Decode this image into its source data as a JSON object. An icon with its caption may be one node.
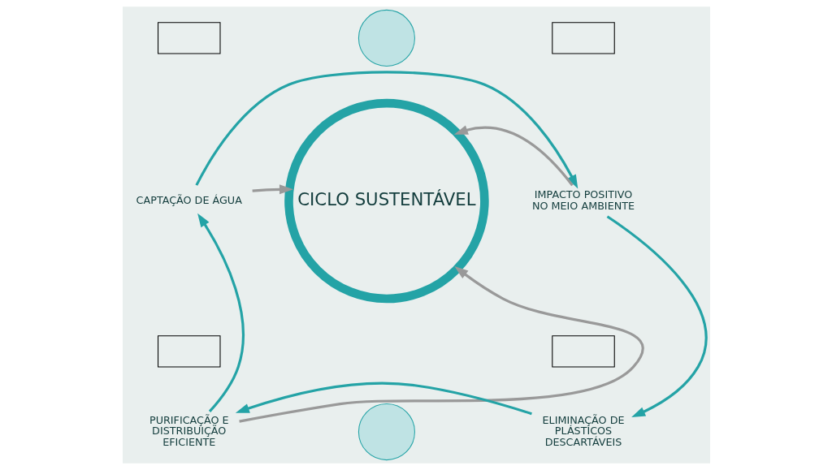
{
  "diagram": {
    "nodes": [
      {
        "text": [
          "CICLO SUSTENTÁVEL"
        ]
      },
      {
        "text": [],
        "shape": "box"
      },
      {
        "text": [
          "CAPTAÇÃO DE ÁGUA"
        ]
      },
      {
        "text": [],
        "shape": "box"
      },
      {
        "text": [
          "IMPACTO POSITIVO NO MEIO AMBIENTE"
        ]
      },
      {
        "text": [],
        "shape": "box"
      },
      {
        "text": [
          "PURIFICAÇÃO E DISTRIBUIÇÃO EFICIENTE"
        ]
      },
      {
        "text": [],
        "shape": "box"
      },
      {
        "text": [
          "ELIMINAÇÃO DE PLÁSTICOS DESCARTÁVEIS"
        ]
      },
      {
        "text": [],
        "shape": "circle"
      },
      {
        "text": [],
        "shape": "circle"
      }
    ],
    "edges": [
      {
        "from": 2,
        "to": 4,
        "arrow": "to"
      },
      {
        "from": 4,
        "to": 8,
        "arrow": "to"
      },
      {
        "from": 8,
        "to": 6,
        "arrow": "to"
      },
      {
        "from": 6,
        "to": 2,
        "arrow": "to"
      },
      {
        "from": 2,
        "to": 0,
        "arrow": "to",
        "color": "#999999"
      },
      {
        "from": 4,
        "to": 0,
        "arrow": "to",
        "color": "#999999"
      },
      {
        "from": 6,
        "to": 0,
        "arrow": "to",
        "color": "#999999"
      }
    ]
  }
}
